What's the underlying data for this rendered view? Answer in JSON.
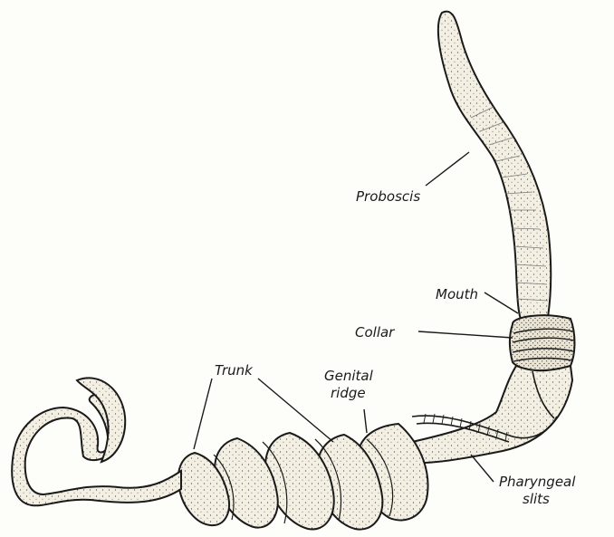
{
  "labels": {
    "proboscis": "Proboscis",
    "mouth": "Mouth",
    "collar": "Collar",
    "trunk": "Trunk",
    "genital_1": "Genital",
    "genital_2": "ridge",
    "pharyngeal_1": "Pharyngeal",
    "pharyngeal_2": "slits"
  },
  "colors": {
    "ink": "#1a1a1a",
    "body_fill": "#f4f1e6",
    "stipple": "#3a3a3a"
  }
}
